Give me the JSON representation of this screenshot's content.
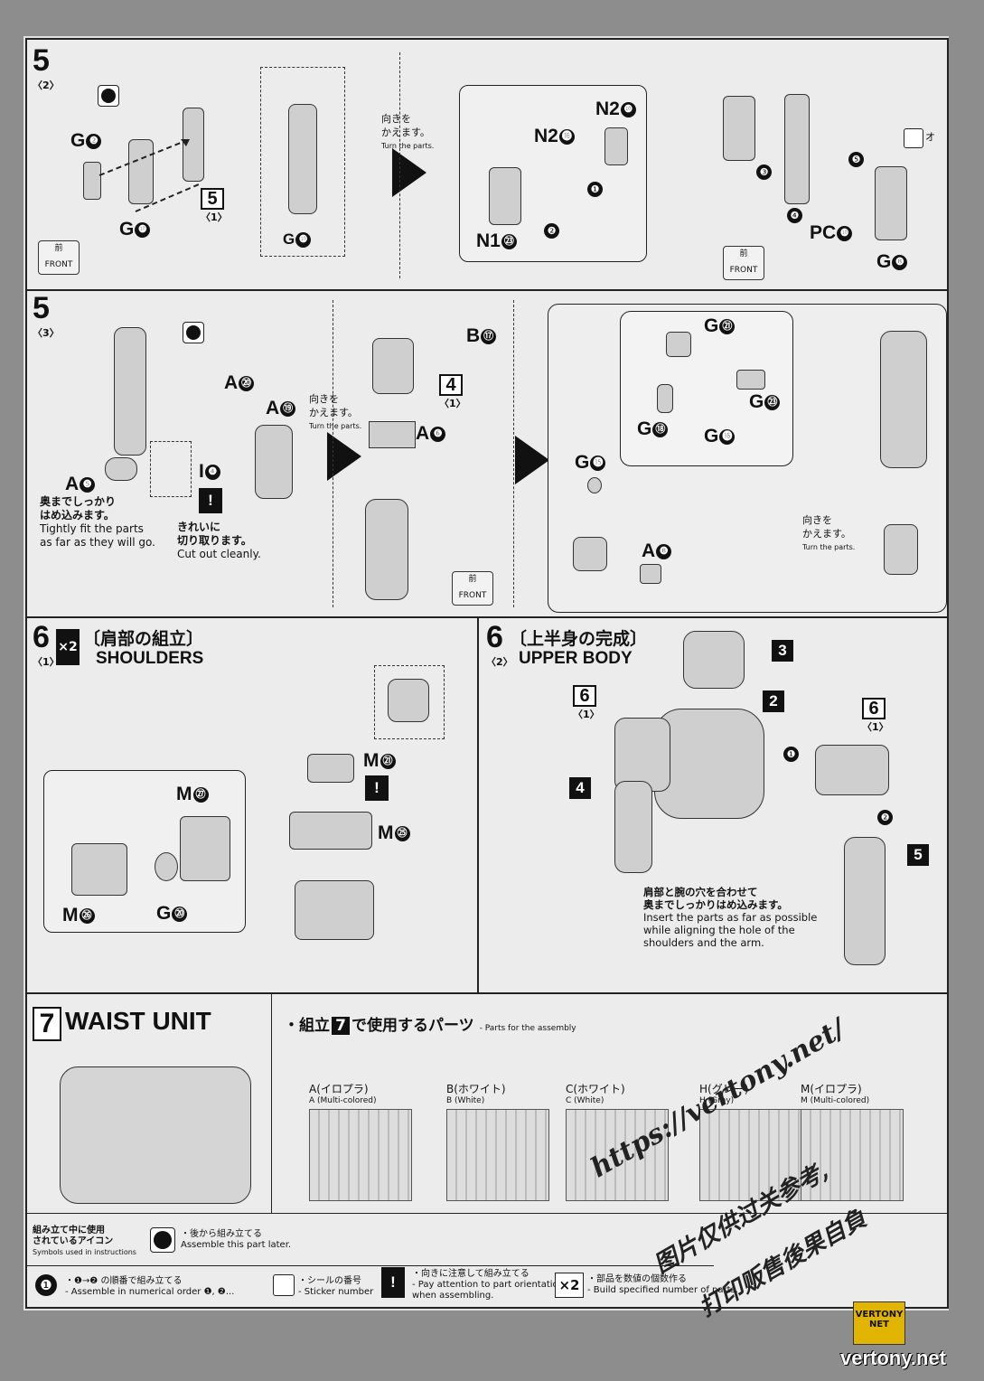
{
  "step5_2": {
    "num": "5",
    "sub": "〈2〉",
    "parts": {
      "g2": "G",
      "g2n": "❷",
      "g10a": "G",
      "g10an": "❿",
      "g10b": "G",
      "g10bn": "❿",
      "n2a": "N2",
      "n2an": "⓰",
      "n2b": "N2",
      "n2bn": "❿",
      "n1": "N1",
      "n1n": "㉓",
      "pc10": "PC",
      "pc10n": "❿",
      "g8": "G",
      "g8n": "❽"
    },
    "ref5": "5",
    "ref5sub": "〈1〉",
    "turn_jp": "向きを\nかえます。",
    "turn_en": "Turn the parts.",
    "front_jp": "前",
    "front_en": "FRONT",
    "sticker": "オ",
    "seq": [
      "❶",
      "❷",
      "❸",
      "❹",
      "❺"
    ]
  },
  "step5_3": {
    "num": "5",
    "sub": "〈3〉",
    "parts": {
      "a20": "A",
      "a20n": "⑳",
      "a19": "A",
      "a19n": "⑲",
      "a5": "A",
      "a5n": "❺",
      "i4": "I",
      "i4n": "❹",
      "b17": "B",
      "b17n": "⑰",
      "a6": "A",
      "a6n": "❻",
      "g21": "G",
      "g21n": "㉑",
      "g23": "G",
      "g23n": "㉓",
      "g18": "G",
      "g18n": "⑱",
      "g16": "G",
      "g16n": "⓰",
      "g15": "G",
      "g15n": "⓯",
      "a8": "A",
      "a8n": "❽"
    },
    "ref4": "4",
    "ref4sub": "〈1〉",
    "fit_jp": "奥までしっかり\nはめ込みます。",
    "fit_en": "Tightly fit the parts\nas far as they will go.",
    "cut_jp": "きれいに\n切り取ります。",
    "cut_en": "Cut out cleanly.",
    "turn_jp": "向きを\nかえます。",
    "turn_en": "Turn the parts.",
    "front_jp": "前",
    "front_en": "FRONT"
  },
  "step6_1": {
    "num": "6",
    "sub": "〈1〉",
    "mult": "×2",
    "title_jp": "〔肩部の組立〕",
    "title_en": "SHOULDERS",
    "parts": {
      "m27": "M",
      "m27n": "㉗",
      "m26": "M",
      "m26n": "㉖",
      "g20": "G",
      "g20n": "⑳",
      "m21": "M",
      "m21n": "㉑",
      "m25": "M",
      "m25n": "㉕"
    }
  },
  "step6_2": {
    "num": "6",
    "sub": "〈2〉",
    "title_jp": "〔上半身の完成〕",
    "title_en": "UPPER BODY",
    "refs": {
      "r3": "3",
      "r2": "2",
      "r4": "4",
      "r5": "5",
      "r6a": "6",
      "r6asub": "〈1〉",
      "r6b": "6",
      "r6bsub": "〈1〉"
    },
    "note_jp": "肩部と腕の穴を合わせて\n奥までしっかりはめ込みます。",
    "note_en": "Insert the parts as far as possible\nwhile aligning the hole of the\nshoulders and the arm."
  },
  "step7": {
    "num": "7",
    "title": "WAIST UNIT",
    "parts_heading_jp": "・組立",
    "parts_heading_num": "7",
    "parts_heading_jp2": "で使用するパーツ",
    "parts_heading_en": "- Parts for the assembly",
    "sprues": [
      {
        "jp": "A(イロプラ)",
        "en": "A (Multi-colored)"
      },
      {
        "jp": "B(ホワイト)",
        "en": "B (White)"
      },
      {
        "jp": "C(ホワイト)",
        "en": "C (White)"
      },
      {
        "jp": "H(グレー)",
        "en": "H (Gray)"
      },
      {
        "jp": "M(イロプラ)",
        "en": "M (Multi-colored)"
      }
    ]
  },
  "legend": {
    "header_jp": "組み立て中に使用\nされているアイコン",
    "header_en": "Symbols used in instructions",
    "later_jp": "・後から組み立てる",
    "later_en": "Assemble this part later.",
    "order_jp": "・❶→❷ の順番で組み立てる",
    "order_en": "- Assemble in numerical order ❶, ❷...",
    "sticker_jp": "・シールの番号",
    "sticker_en": "- Sticker number",
    "orient_jp": "・向きに注意して組み立てる",
    "orient_en": "- Pay attention to part orientation\nwhen assembling.",
    "mult_icon": "×2",
    "mult_jp": "・部品を数値の個数作る",
    "mult_en": "- Build specified number of parts."
  },
  "watermark": {
    "url": "https://vertony.net/",
    "line2": "图片仅供过关参考,",
    "line3": "打印贩售後果自負",
    "badge1": "VERTONY",
    "badge2": "NET",
    "site": "vertony.net"
  }
}
